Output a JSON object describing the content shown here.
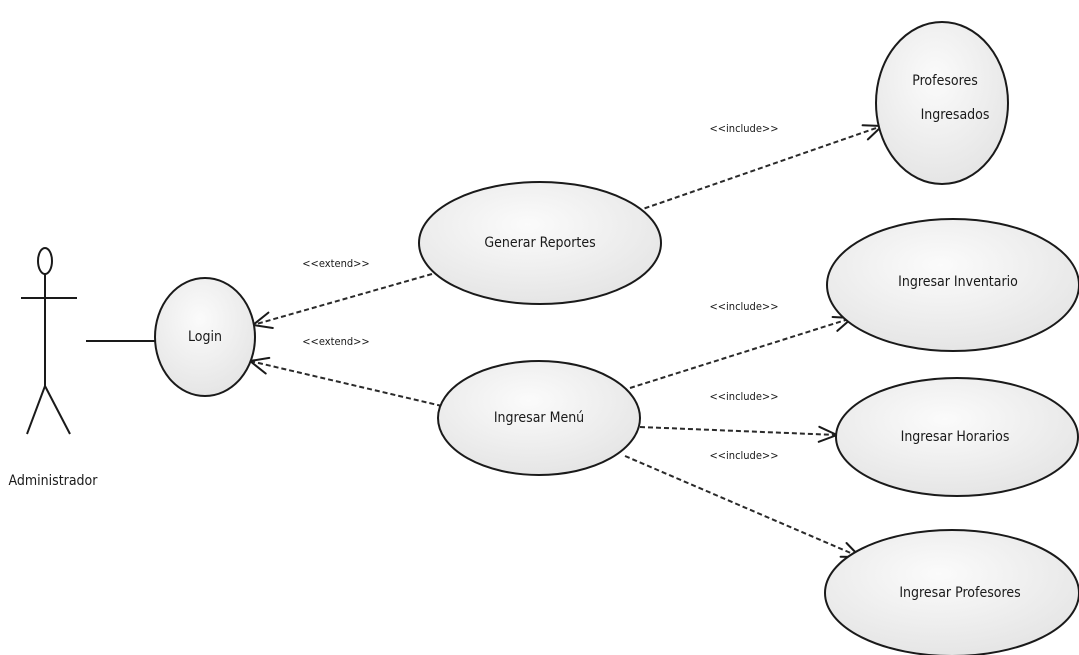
{
  "actor": {
    "name": "Administrador"
  },
  "use_cases": {
    "login": "Login",
    "generar_reportes": "Generar Reportes",
    "ingresar_menu": "Ingresar Menú",
    "profesores_ingresados_line1": "Profesores",
    "profesores_ingresados_line2": "Ingresados",
    "ingresar_inventario": "Ingresar Inventario",
    "ingresar_horarios": "Ingresar Horarios",
    "ingresar_profesores": "Ingresar Profesores"
  },
  "relations": {
    "extend_reportes": "<<extend>>",
    "extend_menu": "<<extend>>",
    "include_profesores_ingresados": "<<include>>",
    "include_inventario": "<<include>>",
    "include_horarios": "<<include>>",
    "include_profesores": "<<include>>"
  },
  "colors": {
    "ellipse_fill_light": "#fbfbfb",
    "ellipse_fill_dark": "#e4e4e4",
    "line": "#1a1a1a"
  }
}
